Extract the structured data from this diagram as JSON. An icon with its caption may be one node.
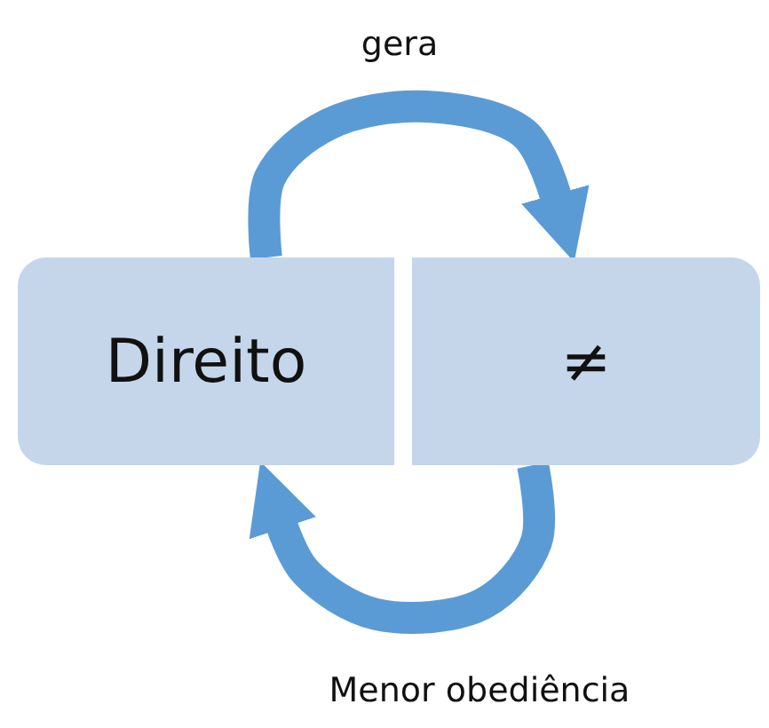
{
  "diagram": {
    "nodes": [
      {
        "text": [
          "Direito"
        ]
      },
      {
        "text": [
          "≠"
        ]
      }
    ],
    "edges": [
      {
        "from": 0,
        "to": 1,
        "arrow": "to",
        "label": "gera"
      },
      {
        "from": 1,
        "to": 0,
        "arrow": "to",
        "label": "Menor obediência"
      }
    ]
  }
}
